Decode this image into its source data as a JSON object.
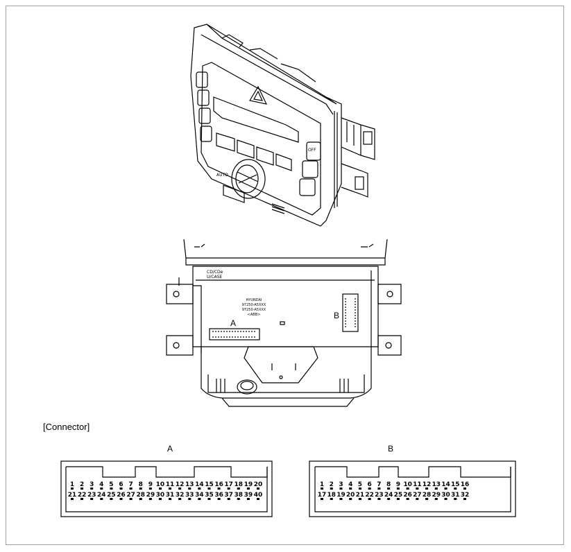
{
  "figure": {
    "unit_labels": {
      "model": "CD/CDe",
      "case": "U/CASE"
    },
    "sticker": {
      "brand": "HYUNDAI",
      "part_1": "97250-A5XXX",
      "part_2": "97250-A5XXX",
      "code": "<ABB>"
    },
    "connector_callouts": {
      "a": "A",
      "b": "B"
    },
    "front_buttons": {
      "auto": "AUTO",
      "off": "OFF"
    }
  },
  "connector_section": {
    "title": "[Connector]",
    "connector_a": {
      "label": "A",
      "row1": [
        "1",
        "2",
        "3",
        "4",
        "5",
        "6",
        "7",
        "8",
        "9",
        "10",
        "11",
        "12",
        "13",
        "14",
        "15",
        "16",
        "17",
        "18",
        "19",
        "20"
      ],
      "row2": [
        "21",
        "22",
        "23",
        "24",
        "25",
        "26",
        "27",
        "28",
        "29",
        "30",
        "31",
        "32",
        "33",
        "34",
        "35",
        "36",
        "37",
        "38",
        "39",
        "40"
      ]
    },
    "connector_b": {
      "label": "B",
      "row1": [
        "1",
        "2",
        "3",
        "4",
        "5",
        "6",
        "7",
        "8",
        "9",
        "10",
        "11",
        "12",
        "13",
        "14",
        "15",
        "16"
      ],
      "row2": [
        "17",
        "18",
        "19",
        "20",
        "21",
        "22",
        "23",
        "24",
        "25",
        "26",
        "27",
        "28",
        "29",
        "30",
        "31",
        "32"
      ]
    }
  },
  "colors": {
    "line": "#000000",
    "frame": "#a0a0a0",
    "background": "#ffffff"
  }
}
